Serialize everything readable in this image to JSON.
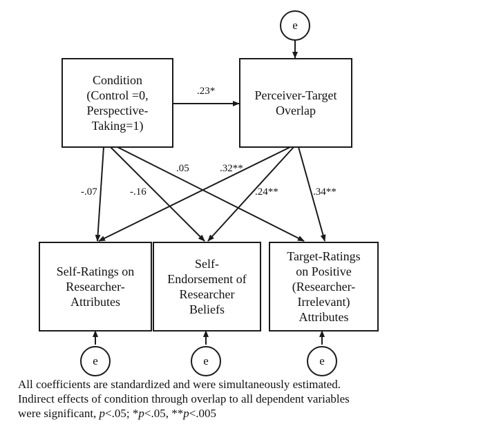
{
  "boxes": {
    "condition": [
      "Condition",
      "(Control =0,",
      "Perspective-",
      "Taking=1)"
    ],
    "overlap": [
      "Perceiver-Target",
      "Overlap"
    ],
    "self_ratings": [
      "Self-Ratings on",
      "Researcher-",
      "Attributes"
    ],
    "self_endorsement": [
      "Self-",
      "Endorsement of",
      "Researcher",
      "Beliefs"
    ],
    "target_ratings": [
      "Target-Ratings",
      "on Positive",
      "(Researcher-",
      "Irrelevant)",
      "Attributes"
    ]
  },
  "error_label": "e",
  "coefficients": {
    "condition_to_overlap": ".23*",
    "condition_to_self_ratings": "-.07",
    "condition_to_self_endorsement": "-.16",
    "condition_to_target_ratings": ".05",
    "overlap_to_self_ratings": ".32**",
    "overlap_to_self_endorsement": ".24**",
    "overlap_to_target_ratings": ".34**"
  },
  "footnote": {
    "line1": "All coefficients are standardized and were simultaneously estimated.",
    "line2": "Indirect effects of condition  through overlap to all dependent variables",
    "line3_a": "were significant, ",
    "p1": "p",
    "line3_b": "<.05; *",
    "p2": "p",
    "line3_c": "<.05, **",
    "p3": "p",
    "line3_d": "<.005"
  }
}
